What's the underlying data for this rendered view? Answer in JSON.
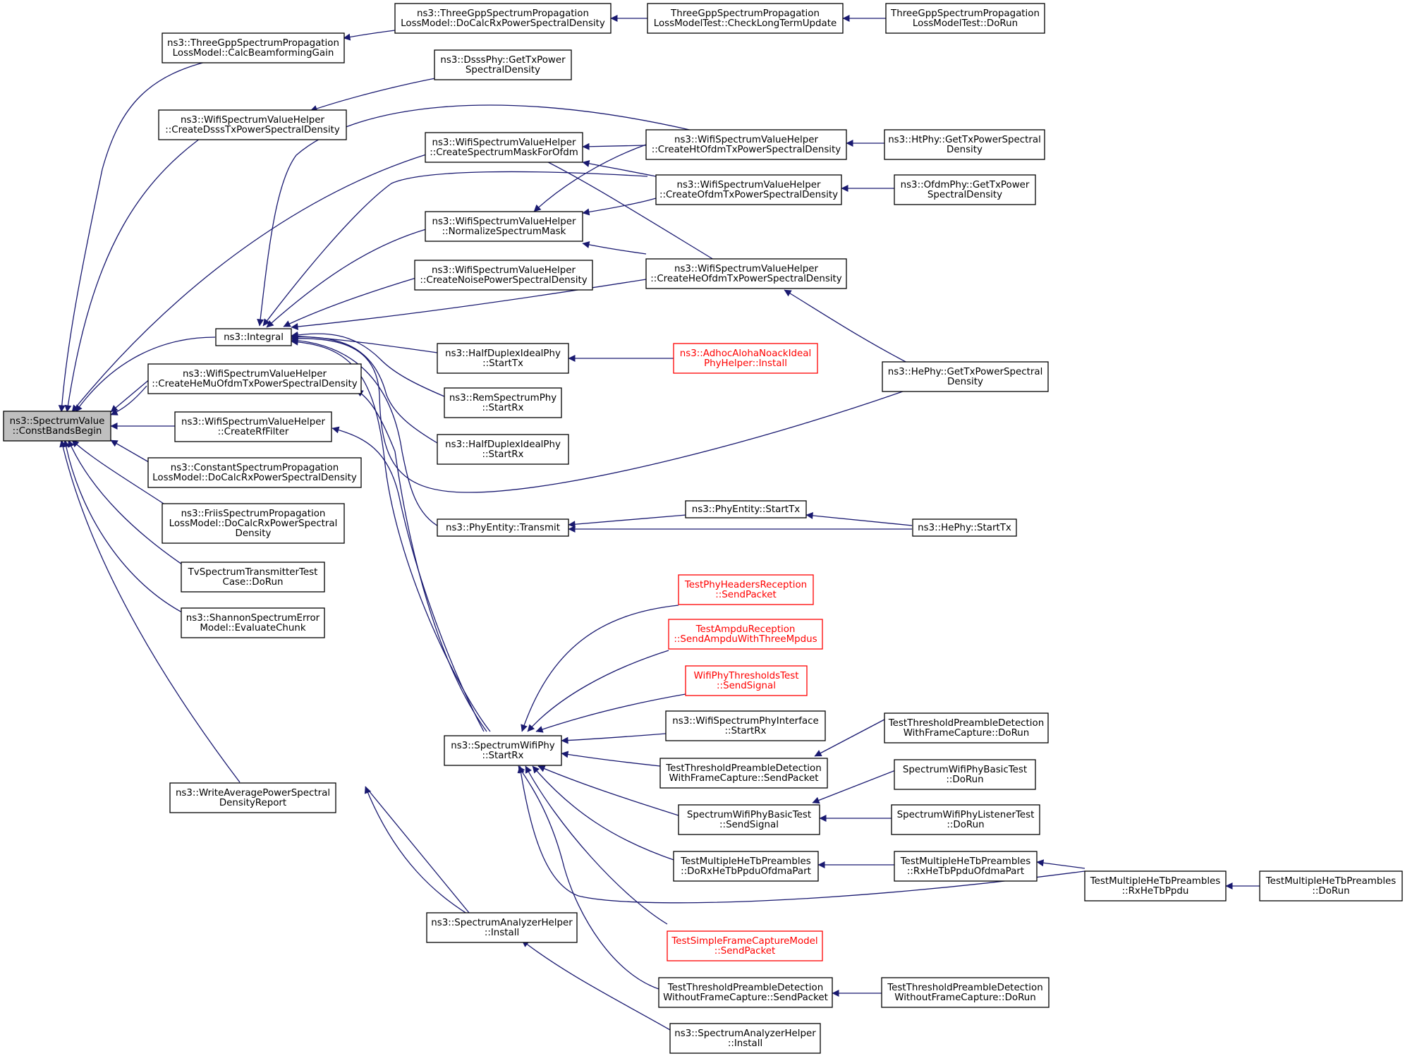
{
  "nodes": [
    {
      "id": "root",
      "lines": [
        "ns3::SpectrumValue",
        "::ConstBandsBegin"
      ],
      "root": true
    },
    {
      "id": "calcBeam",
      "lines": [
        "ns3::ThreeGppSpectrumPropagation",
        "LossModel::CalcBeamformingGain"
      ]
    },
    {
      "id": "tgppDoCalc",
      "lines": [
        "ns3::ThreeGppSpectrumPropagation",
        "LossModel::DoCalcRxPowerSpectralDensity"
      ]
    },
    {
      "id": "tgppCheck",
      "lines": [
        "ThreeGppSpectrumPropagation",
        "LossModelTest::CheckLongTermUpdate"
      ]
    },
    {
      "id": "tgppDoRun",
      "lines": [
        "ThreeGppSpectrumPropagation",
        "LossModelTest::DoRun"
      ]
    },
    {
      "id": "dsssGet",
      "lines": [
        "ns3::DsssPhy::GetTxPower",
        "SpectralDensity"
      ]
    },
    {
      "id": "createDsss",
      "lines": [
        "ns3::WifiSpectrumValueHelper",
        "::CreateDsssTxPowerSpectralDensity"
      ]
    },
    {
      "id": "createMask",
      "lines": [
        "ns3::WifiSpectrumValueHelper",
        "::CreateSpectrumMaskForOfdm"
      ]
    },
    {
      "id": "createHt",
      "lines": [
        "ns3::WifiSpectrumValueHelper",
        "::CreateHtOfdmTxPowerSpectralDensity"
      ]
    },
    {
      "id": "htGet",
      "lines": [
        "ns3::HtPhy::GetTxPowerSpectral",
        "Density"
      ]
    },
    {
      "id": "createOfdm",
      "lines": [
        "ns3::WifiSpectrumValueHelper",
        "::CreateOfdmTxPowerSpectralDensity"
      ]
    },
    {
      "id": "ofdmGet",
      "lines": [
        "ns3::OfdmPhy::GetTxPower",
        "SpectralDensity"
      ]
    },
    {
      "id": "normalize",
      "lines": [
        "ns3::WifiSpectrumValueHelper",
        "::NormalizeSpectrumMask"
      ]
    },
    {
      "id": "createNoise",
      "lines": [
        "ns3::WifiSpectrumValueHelper",
        "::CreateNoisePowerSpectralDensity"
      ]
    },
    {
      "id": "createHe",
      "lines": [
        "ns3::WifiSpectrumValueHelper",
        "::CreateHeOfdmTxPowerSpectralDensity"
      ]
    },
    {
      "id": "integral",
      "lines": [
        "ns3::Integral"
      ]
    },
    {
      "id": "hdStartTx",
      "lines": [
        "ns3::HalfDuplexIdealPhy",
        "::StartTx"
      ]
    },
    {
      "id": "adhoc",
      "lines": [
        "ns3::AdhocAlohaNoackIdeal",
        "PhyHelper::Install"
      ],
      "red": true
    },
    {
      "id": "hePhyGet",
      "lines": [
        "ns3::HePhy::GetTxPowerSpectral",
        "Density"
      ]
    },
    {
      "id": "createHeMu",
      "lines": [
        "ns3::WifiSpectrumValueHelper",
        "::CreateHeMuOfdmTxPowerSpectralDensity"
      ]
    },
    {
      "id": "remStartRx",
      "lines": [
        "ns3::RemSpectrumPhy",
        "::StartRx"
      ]
    },
    {
      "id": "createRf",
      "lines": [
        "ns3::WifiSpectrumValueHelper",
        "::CreateRfFilter"
      ]
    },
    {
      "id": "hdStartRx",
      "lines": [
        "ns3::HalfDuplexIdealPhy",
        "::StartRx"
      ]
    },
    {
      "id": "constDoCalc",
      "lines": [
        "ns3::ConstantSpectrumPropagation",
        "LossModel::DoCalcRxPowerSpectralDensity"
      ]
    },
    {
      "id": "friis",
      "lines": [
        "ns3::FriisSpectrumPropagation",
        "LossModel::DoCalcRxPowerSpectral",
        "Density"
      ]
    },
    {
      "id": "phyTransmit",
      "lines": [
        "ns3::PhyEntity::Transmit"
      ]
    },
    {
      "id": "phyStartTx",
      "lines": [
        "ns3::PhyEntity::StartTx"
      ]
    },
    {
      "id": "heStartTx",
      "lines": [
        "ns3::HePhy::StartTx"
      ]
    },
    {
      "id": "tvTest",
      "lines": [
        "TvSpectrumTransmitterTest",
        "Case::DoRun"
      ]
    },
    {
      "id": "shannon",
      "lines": [
        "ns3::ShannonSpectrumError",
        "Model::EvaluateChunk"
      ]
    },
    {
      "id": "tphrSend",
      "lines": [
        "TestPhyHeadersReception",
        "::SendPacket"
      ],
      "red": true
    },
    {
      "id": "tampdu",
      "lines": [
        "TestAmpduReception",
        "::SendAmpduWithThreeMpdus"
      ],
      "red": true
    },
    {
      "id": "thrSend",
      "lines": [
        "WifiPhyThresholdsTest",
        "::SendSignal"
      ],
      "red": true
    },
    {
      "id": "wspiStartRx",
      "lines": [
        "ns3::WifiSpectrumPhyInterface",
        "::StartRx"
      ]
    },
    {
      "id": "swpStartRx",
      "lines": [
        "ns3::SpectrumWifiPhy",
        "::StartRx"
      ]
    },
    {
      "id": "tpdWithSend",
      "lines": [
        "TestThresholdPreambleDetection",
        "WithFrameCapture::SendPacket"
      ]
    },
    {
      "id": "tpdWithRun",
      "lines": [
        "TestThresholdPreambleDetection",
        "WithFrameCapture::DoRun"
      ]
    },
    {
      "id": "swpbSend",
      "lines": [
        "SpectrumWifiPhyBasicTest",
        "::SendSignal"
      ]
    },
    {
      "id": "swpbRun",
      "lines": [
        "SpectrumWifiPhyBasicTest",
        "::DoRun"
      ]
    },
    {
      "id": "swplRun",
      "lines": [
        "SpectrumWifiPhyListenerTest",
        "::DoRun"
      ]
    },
    {
      "id": "writeAvg",
      "lines": [
        "ns3::WriteAveragePowerSpectral",
        "DensityReport"
      ]
    },
    {
      "id": "tmhDoRx",
      "lines": [
        "TestMultipleHeTbPreambles",
        "::DoRxHeTbPpduOfdmaPart"
      ]
    },
    {
      "id": "tmhRxOfdma",
      "lines": [
        "TestMultipleHeTbPreambles",
        "::RxHeTbPpduOfdmaPart"
      ]
    },
    {
      "id": "tmhRx",
      "lines": [
        "TestMultipleHeTbPreambles",
        "::RxHeTbPpdu"
      ]
    },
    {
      "id": "tmhRun",
      "lines": [
        "TestMultipleHeTbPreambles",
        "::DoRun"
      ]
    },
    {
      "id": "sahInstall1",
      "lines": [
        "ns3::SpectrumAnalyzerHelper",
        "::Install"
      ]
    },
    {
      "id": "tsfcSend",
      "lines": [
        "TestSimpleFrameCaptureModel",
        "::SendPacket"
      ],
      "red": true
    },
    {
      "id": "tpdWithoutSend",
      "lines": [
        "TestThresholdPreambleDetection",
        "WithoutFrameCapture::SendPacket"
      ]
    },
    {
      "id": "tpdWithoutRun",
      "lines": [
        "TestThresholdPreambleDetection",
        "WithoutFrameCapture::DoRun"
      ]
    },
    {
      "id": "sahInstall2",
      "lines": [
        "ns3::SpectrumAnalyzerHelper",
        "::Install"
      ]
    }
  ]
}
